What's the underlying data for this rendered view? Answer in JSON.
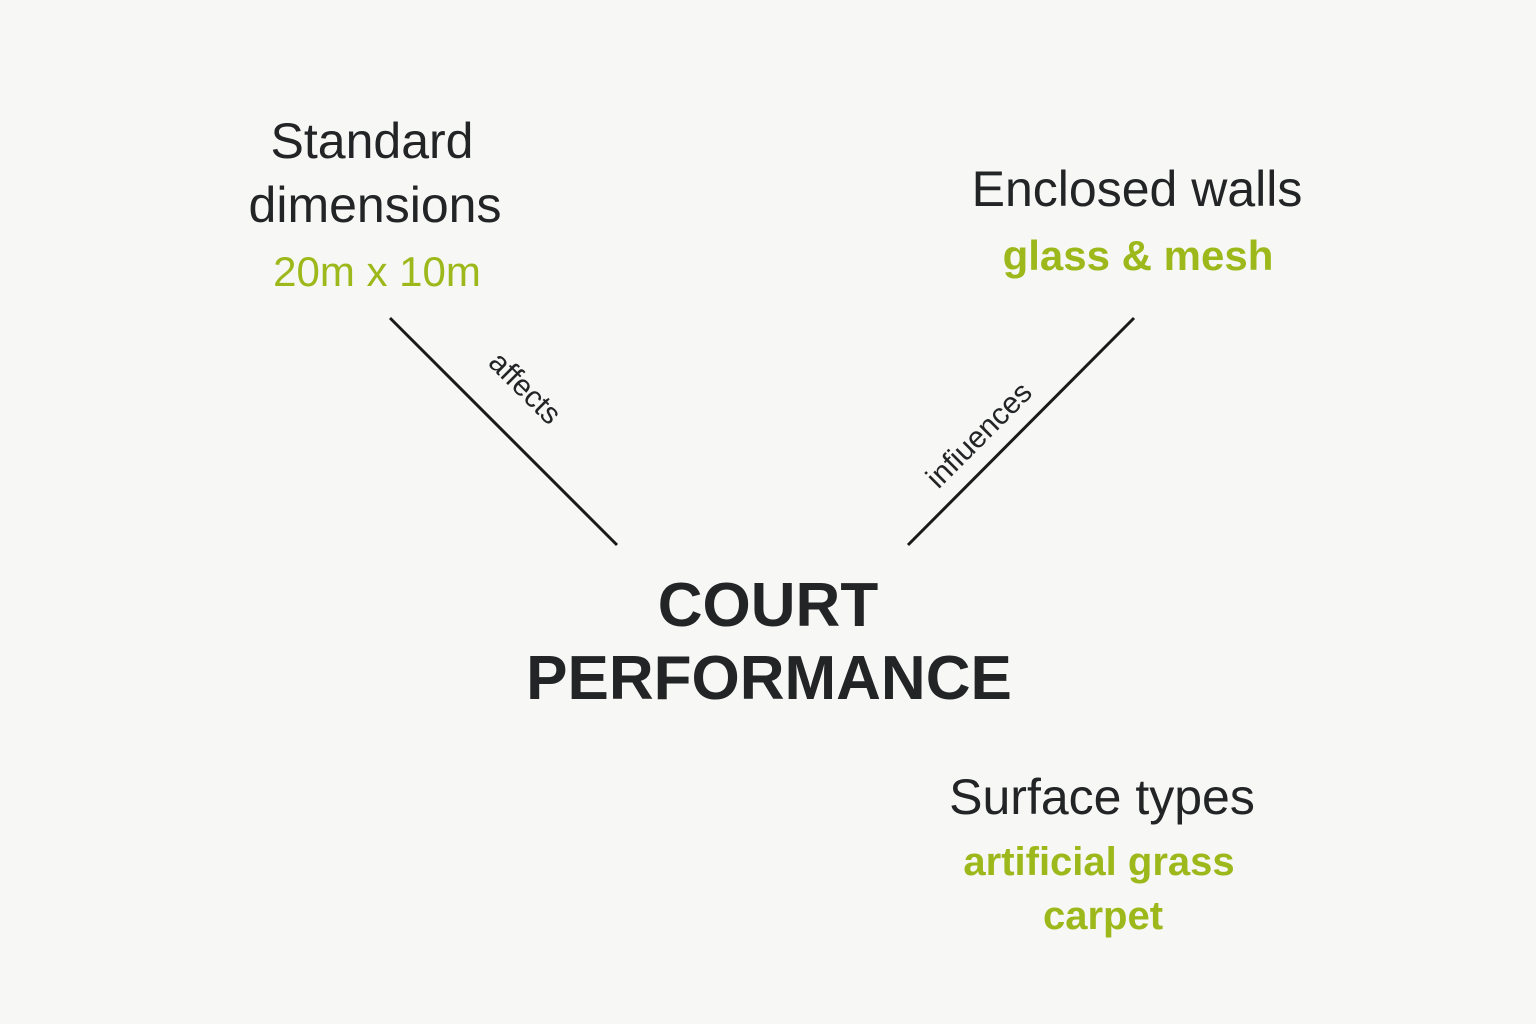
{
  "colors": {
    "text": "#222426",
    "accent": "#9cb81a",
    "background": "#f7f7f5",
    "line": "#1a1a1a"
  },
  "center": {
    "line1": "COURT",
    "line2": "PERFORMANCE"
  },
  "nodes": {
    "dimensions": {
      "title1": "Standard",
      "title2": "dimensions",
      "detail": "20m x 10m"
    },
    "walls": {
      "title": "Enclosed walls",
      "detail": "glass & mesh"
    },
    "surface": {
      "title": "Surface types",
      "detail1": "artificial grass",
      "detail2": "carpet"
    }
  },
  "edges": {
    "dimensions": "affects",
    "walls": "infiuences"
  }
}
